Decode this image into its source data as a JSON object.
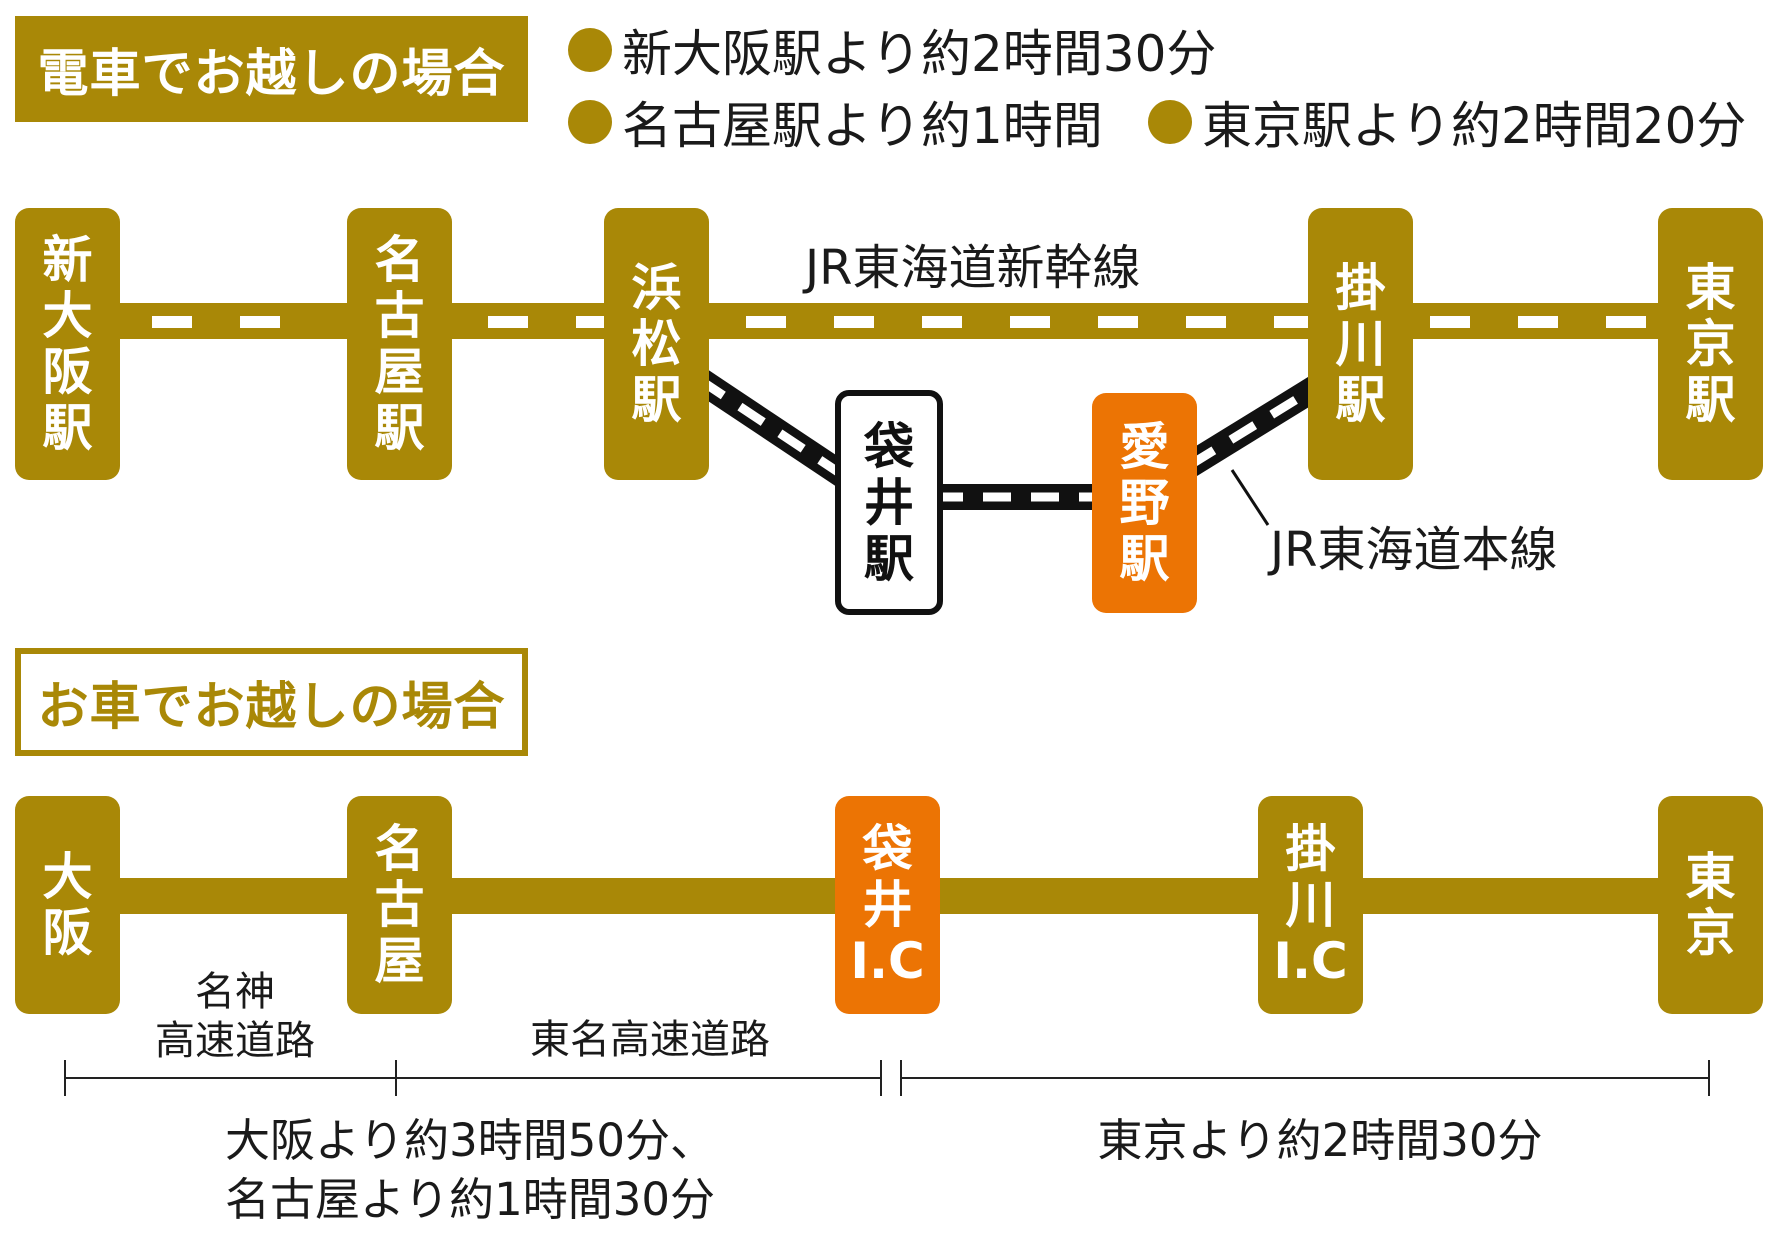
{
  "train": {
    "header": "電車でお越しの場合",
    "times": [
      "新大阪駅より約2時間30分",
      "名古屋駅より約1時間",
      "東京駅より約2時間20分"
    ],
    "shinkansen_label": "JR東海道新幹線",
    "honsen_label": "JR東海道本線",
    "stations": {
      "shinosaka": [
        "新",
        "大",
        "阪",
        "駅"
      ],
      "nagoya": [
        "名",
        "古",
        "屋",
        "駅"
      ],
      "hamamatsu": [
        "浜",
        "松",
        "駅"
      ],
      "kakegawa": [
        "掛",
        "川",
        "駅"
      ],
      "tokyo": [
        "東",
        "京",
        "駅"
      ],
      "fukuroi": [
        "袋",
        "井",
        "駅"
      ],
      "aino": [
        "愛",
        "野",
        "駅"
      ]
    }
  },
  "car": {
    "header": "お車でお越しの場合",
    "nodes": {
      "osaka": [
        "大",
        "阪"
      ],
      "nagoya": [
        "名",
        "古",
        "屋"
      ],
      "fukuroi_ic": [
        "袋",
        "井",
        "I.C"
      ],
      "kakegawa_ic": [
        "掛",
        "川",
        "I.C"
      ],
      "tokyo": [
        "東",
        "京"
      ]
    },
    "road_meishin": [
      "名神",
      "高速道路"
    ],
    "road_tomei": "東名高速道路",
    "time_west": [
      "大阪より約3時間50分、",
      "名古屋より約1時間30分"
    ],
    "time_east": "東京より約2時間30分"
  },
  "colors": {
    "gold": "#a98807",
    "orange": "#ec7404",
    "black": "#111111"
  }
}
